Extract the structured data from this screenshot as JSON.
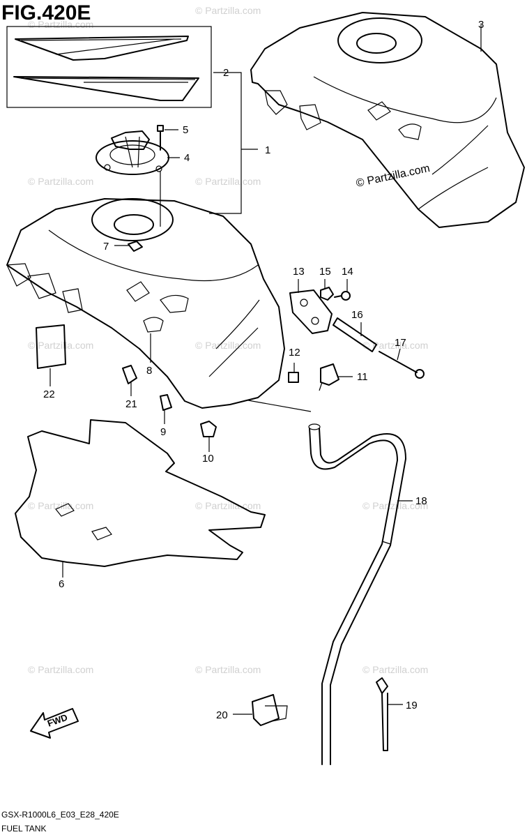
{
  "figure": {
    "title": "FIG.420E",
    "model_code": "GSX-R1000L6_E03_E28_420E",
    "section_name": "FUEL TANK"
  },
  "watermark": {
    "text": "© Partzilla.com"
  },
  "direction_marker": {
    "label": "FWD"
  },
  "callouts": [
    "1",
    "2",
    "3",
    "4",
    "5",
    "6",
    "7",
    "8",
    "9",
    "10",
    "11",
    "12",
    "13",
    "14",
    "15",
    "16",
    "17",
    "18",
    "19",
    "20",
    "21",
    "22"
  ]
}
